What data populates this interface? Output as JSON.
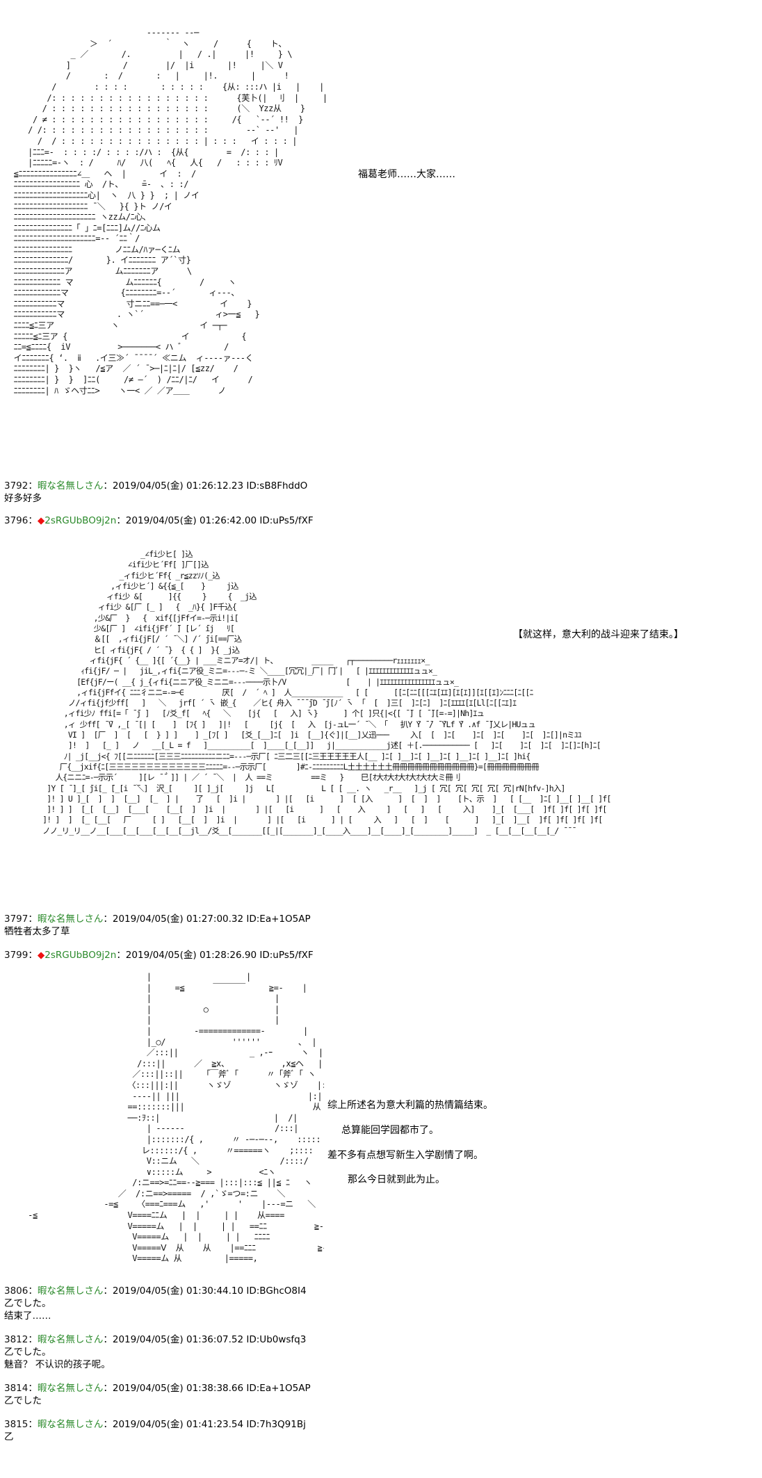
{
  "art": {
    "a1": "                              --‐‐‐-- ‐‐─ \n                  ＞  ´           ｀  ヽ     /      {    ト、\n              _ ／       /.          |   / .|      |!     } \\\n             ]           /        |/  |i       |!     |＼ V\n             /       :  /       :   |     |!.       |      !\n          /        : : : :       : : : : :    {从: :::ハ |i   |    |\n         /: : : : : : : : : : : : : : : : :      {芙卜(|  刂  |     |\n        / : : : : : : : : : : : : : : : : :      (＼  Yzz从    }\n      / ≠ : : : : : : : : : : : : : : : : :     /{   `‐‐´ !!  }\n     / /: : : : : : : : : : : : : : : : : :        ‐-` --'   |\n       /  / : : : : : : : : : : : : : : : | : : :   イ : : : |\n     |ﾆﾆﾆ=-  : : : :/ : : : :/ハ :  {从{        =  /: : : |  \n     |ﾆﾆﾆﾆﾆ=-ヽ  : /     ﾊ/   八(   ﾍ{   人{   /   : : : : ﾘV\n  ≦ﾆﾆﾆﾆﾆﾆﾆﾆﾆﾆﾆﾆﾆﾆﾆ∠＿   ヘ  |       イ  :  / \n  ﾆﾆﾆﾆﾆﾆﾆﾆﾆﾆﾆﾆﾆﾆﾆﾆﾆ 心  /ト、    ̄=-  ､ : :/ \n  ﾆﾆﾆﾆﾆﾆﾆﾆﾆﾆﾆﾆﾆﾆﾆﾆﾆﾆﾆ心|  ヽ  八 } }  ; | ノイ\n  ﾆﾆﾆﾆﾆﾆﾆﾆﾆﾆﾆﾆﾆﾆﾆﾆﾆﾆﾆ ̄ ＼   }{ }ト ノ/イ\n  ﾆﾆﾆﾆﾆﾆﾆﾆﾆﾆﾆﾆﾆﾆﾆﾆﾆﾆﾆﾆﾆ ヽzzム/ﾆ心、\n  ﾆﾆﾆﾆﾆﾆﾆﾆﾆﾆﾆﾆﾆﾆﾆ「 」ﾆ=[ﾆﾆﾆ]ム//ﾆ心ム\n  ﾆﾆﾆﾆﾆﾆﾆﾆﾆﾆﾆﾆﾆﾆﾆﾆﾆﾆﾆﾆﾆ=-‐ ´ﾆﾆ｀/\n  ﾆﾆﾆﾆﾆﾆﾆﾆﾆﾆﾆﾆﾆﾆﾆ         ノﾆﾆム/ﾊァ─くﾆム\n  ﾆﾆﾆﾆﾆﾆﾆﾆﾆﾆﾆﾆﾆﾆ/       }. イﾆﾆﾆﾆﾆﾆﾆ ア´`寸}\n  ﾆﾆﾆﾆﾆﾆﾆﾆﾆﾆﾆﾆﾆア         ムﾆﾆﾆﾆﾆﾆﾆア      \\\n  ﾆﾆﾆﾆﾆﾆﾆﾆﾆﾆﾆﾆ マ           ムﾆﾆﾆﾆﾆﾆ{        /     ヽ\n  ﾆﾆﾆﾆﾆﾆﾆﾆﾆﾆﾆﾆマ           {ﾆﾆﾆﾆﾆﾆﾆﾆ=-‐´       ィ‐‐‐、\n  ﾆﾆﾆﾆﾆﾆﾆﾆﾆﾆﾆマ             寸ニﾆﾆ==─一<         イ    }\n  ﾆﾆﾆﾆﾆﾆﾆﾆﾆﾆﾆマ           . ヽ`´               ィ>一≦   }\n  ﾆﾆﾆﾆ≦ﾆ三ア            ヽ                 イ ─┬─    \n  ﾆﾆﾆﾆﾆ≦ﾆ三ア {                        イ           {\n  ﾆﾆ=≦ﾆﾆﾆﾆ{  iV          >───────< ハ ゛        /\n  イﾆﾆﾆﾆﾆﾆﾆ{ ‘.  ⅱ   .イ三≫´ ̄ ̄ ̄ ̄ ´ ≪ニム  ィ‐‐‐‐ァ‐‐‐く\n  ﾆﾆﾆﾆﾆﾆﾆﾆ| }  }ヽ   /≦ア  ／ ´ ̄ >─|ﾆ|ﾆ|/ [≦zz/    /\n  ﾆﾆﾆﾆﾆﾆﾆﾆ| }  }  ]ﾆﾆ(     /≠ ―´  ) /ﾆﾆ/|ﾆ/   イ      /\n  ﾆﾆﾆﾆﾆﾆﾆﾆ| ﾊ ゞヘ寸ﾆﾆ>    ヽ一< ／ ／ア＿＿      ノ",
    "a2": "                                _∠fi少ヒ[ ]込\n                             ∠ifi少ヒ´Ff[ ]厂[]込\n                           _ィfi少ヒ´Ff{ _r≦zzｿﾉ(_込\n                         ,ィfi少ヒ´] &{{≦_[    }     j込\n                        ィfi少 &[      ]{{     }     {  _j込\n                      ィfi少 &[厂 [_ ]   {  _ﾊ}{ ]F千込{\n                     ,少&厂  }   {  xif{[jFfイ=‐─示i!|i[\n                     少&[厂 ]  ∠ifi{jFf´ ̄] [レ´ ̄ij   ﾘ[\n                     ＆[[  ,ィfi{jF[/ ´ ̄ ＼] /´ ̄ji[==厂込\n                     ヒ[ ィfi{jF{ / ´ ̄ }  { { ]  }{ _j込\n                    ィfi{jF{ ´ {__ ]{[ ´{__} | ___ミニア=オ/| ト、        _____   ┌┬─────────rｪｪｪｪｪｪｪ×_\n                  ｨfi{jF/ ─ |   jiL_,ィfi{ニア役_ミニ=‐‐‐─‐ミ ＼____[冗冗|_厂| 冂ﾞ|   [ |ｴｴｴｴｴｴｴｴｴｴｴｴｴュュ×_\n                 [Ef{jF/ー( __{ j_{ィfi{ニニア役_ミニニ=‐‐‐────示卜/V              [    | |ｴｴｴｴｴｴｴｴｴｴｴｴｴｴｴｴュュ×_\n                 ,ィfi{jFfイ{ ﾆﾆﾆ彳ニニ=‐=─∈         厌[  /  ´ ﾍ ]  人____________   [ [      [[ﾆ[ﾆﾆ[[[ﾆｴ[ｴｴ][ｴ[ｴ]][ｴ[[ｴ]ﾝﾆﾆﾆ[ﾆ[[ﾆ\n               ノ/ィfi{jf少ff[   ]   ＼   jrf[ ´ ̄ヽ 嵌_{    ／ヒ{ 舟入 ̄ ̄ ̄ ̄jD ̄ ̄j[ﾉ´ ̄ヽ 「  [  ]三[  ]ﾆ[ﾆ]  ]ﾆ[ｴｴｴｴ[ｴ[Ll[ﾆ[[ﾆｴ]ｴ\n              ,ィfi少ﾉ ffi[=「 ̄ ̄j ]   [ﾉ爻_f[   ﾍ{   ＼    [j{   [   入] ̄ヽ}      ] 个[ ]只{|<{[ ̄ ̄] [ ̄ ̄][=‐=]|Nh]ｴュ\n              ,ィ 少ff[ ̄ ̄V ,_[ ̄ [| [    ]  [ﾌ{ ]   ]|!   [     [j{  [   入  [j-ュL一´ ̄ ＼ 「   扒Y ̄Y ̄ ̄/ ̄ ̄YLf ̄Y .∧f ̄ ̄]乂レ|HUュュ\n               VI ]  [厂  ]  [   [  } ] ]    ] _[ﾌ[ ]   [爻_[__]ﾆ[  ]i  [__]{ぐ]|[__]乂迅───     入[  [  ]ﾆ[    ]ﾆ[  ]ﾆ[    ]ﾆ[  ]ﾆ[]|nミﾕﾕ\n               ]!  ]   [_ ]   ノ   __[_L = f   ]__________[  ]____[_[__]]   j|____________j述[ ＋[.─────────── [   ]ﾆ[    ]ﾆ[  ]ﾆ[  ]ﾆ[]ﾆ[h]ﾆ[\n              ﾉ| _j[__j<{ ﾌ[[ニﾆﾆﾆﾆﾆﾆ[三三三ﾆﾆﾆﾆﾆﾆﾆﾆﾆﾆニﾆﾆ=‐‐‐─示厂[ ﾆ三二三[[ﾆ三王王王王王人[__ ]ﾆ[ ]__]ﾆ[ ]__]ﾆ[ ]__]ﾆ[ ]__]ﾆ[ ]hi{\n             厂{__jxif{ﾆ[三三三三三三三三三三三三三ﾆﾆﾆﾆﾆ=-‐─示示厂[       ]#ﾆ‐ﾆﾆﾆﾆﾆﾆﾆﾆﾆL土土土土土土冊冊冊冊冊冊冊冊冊冊冊}=[冊冊冊冊冊冊冊\n            人{ニニﾆ=‐─示示´     ][レ ̄ ̄｀]] | ／ ´ ̄ ＼  |  人 ==ミ         ==ミ   }    巳[ｵ大ｵ大ｵ大ｵ大ｵ大ｵ大ミ冊刂\n          ]Y ̄[ ̄ ]_[ ̄ji[_ ̄[_[i ̄ ̄＼]  沢_[     ][ ]_j[     ]j   L[           L [ [ __. ヽ   _r__   ]_j [ ̄冗[ ̄冗[ ̄冗[ ̄冗[ ̄冗|rN[hfv-]h入]\n          ]! ] U ]_[  ]  ]  [__]  [_  ] |    了   [  ]i |       ] |[   [i      ]  [ [入      ]  [  ]  ]    [ト、示  ]   [ [__  ]ﾆ[ ]__[ ]__[ ]f[ ]f[ ]f[\n          ]! ] ]  [_[  [__]  [___[    [__[  ]  ]i  |       ] |[   [i      ]   [    入     ]   [   ]   [     入]    ]_[  [___[  ]f[ ]f[ ]f[ ]f[\n         ]! ]  ]  [_ [__[   厂     [ ]   [__[  ]  ]i  |       ] |[   [i      ] | [     入   ]   [  ]    [      ]   ]_[  ]__[  ]f[ ]f[ ]f[ ]f[\n         ノノ_リ_リ__ノ__[___[__[___[__[__[__jl__/爻__[_______[[_|[_______]_[____入____]__[____]_[________]_____]  _ [__[__[__[__[_/ ̄ ̄ ̄",
    "a3": "                              |                    |\n                              |     =≦      ￣￣￣￣     ≧=-    |\n                              |                          |\n                              |           ○              |\n                              |                          |\n                              |         -=============-        |\n                              |_○/              ''''''        ､  |\n                              ／:::||               _ ,-ｰ      ヽ  |:\n                            /:::||      ／  ≧x、           ,x≦ヘ   |:|\n                           ／:::||::||    「￣斧ﾞ「      〃「斧ﾞ「 ヽ   |:|\n                          〈:::|||:||      ヽゞゾ         ヽゞゾ    |:|\n                           ‐‐--|| |||                           |:|\n                          ==:::::::|||                           从\n                          ──:ｦ::|                        |  /|\n                              | ------                   /:::|\n                              |:::::::/{ ,      〃 ‐─‐─‐‐,    :::::\n                             レ::::::/{ ,      〃======ヽ    ;::::\n                              V::ニム   ＼                 /::::/\n                              ∨:::::ム     >          <ﾆヽ\n                           /:ニ==>=ﾆﾆ==‐-≧=== |:::|:::≦ ||≦ ﾆ   ヽ\n                        ／  /:ニ==>=====  / ,`ゞ=つ=:ニ    ＼\n                     -=≦    〈===ﾆ===ム   ,'      '    |‐‐‐=ニ   ＼\n     ‐≦                   V====ﾆﾆム   |  |     | |    从====         _\n                          V=====ム   |  |     | |   ==ﾆﾆ          ≧-\n                           V=====ム   |  |     | |   ﾆﾆﾆﾆ\n                           V=====Ⅴ  从    从    |==ﾆﾆﾆ             ≧-\n                           V=====ム 从         |=====,\n   ."
  },
  "speech": {
    "s1": "福葛老师……大家……",
    "s2": "【就这样，意大利的战斗迎来了结束。】",
    "s3": "综上所述名为意大利篇的热情篇结束。",
    "s4": "总算能回学园都市了。",
    "s5": "差不多有点想写新生入学剧情了啊。",
    "s6": "那么今日就到此为止。"
  },
  "posts": [
    {
      "num": "3792",
      "sep": "：",
      "name": "暇な名無しさん",
      "meta": "：2019/04/05(金) 01:26:12.23 ID:sB8FhddO",
      "body": "好多好多"
    },
    {
      "num": "3796",
      "sep": "：",
      "diamond": "◆",
      "name": "2sRGUbBO9j2n",
      "meta": "：2019/04/05(金) 01:26:42.00 ID:uPs5/fXF",
      "body": ""
    },
    {
      "num": "3797",
      "sep": "：",
      "name": "暇な名無しさん",
      "meta": "：2019/04/05(金) 01:27:00.32 ID:Ea+1O5AP",
      "body": "牺牲者太多了草"
    },
    {
      "num": "3799",
      "sep": "：",
      "diamond": "◆",
      "name": "2sRGUbBO9j2n",
      "meta": "：2019/04/05(金) 01:28:26.90 ID:uPs5/fXF",
      "body": ""
    },
    {
      "num": "3806",
      "sep": "：",
      "name": "暇な名無しさん",
      "meta": "：2019/04/05(金) 01:30:44.10 ID:BGhcO8I4",
      "body": "乙でした。\n结束了……"
    },
    {
      "num": "3812",
      "sep": "：",
      "name": "暇な名無しさん",
      "meta": "：2019/04/05(金) 01:36:07.52 ID:Ub0wsfq3",
      "body": "乙でした。\n魅音？ 不认识的孩子呢。"
    },
    {
      "num": "3814",
      "sep": "：",
      "name": "暇な名無しさん",
      "meta": "：2019/04/05(金) 01:38:38.66 ID:Ea+1O5AP",
      "body": "乙でした"
    },
    {
      "num": "3815",
      "sep": "：",
      "name": "暇な名無しさん",
      "meta": "：2019/04/05(金) 01:41:23.54 ID:7h3Q91Bj",
      "body": "乙"
    }
  ]
}
